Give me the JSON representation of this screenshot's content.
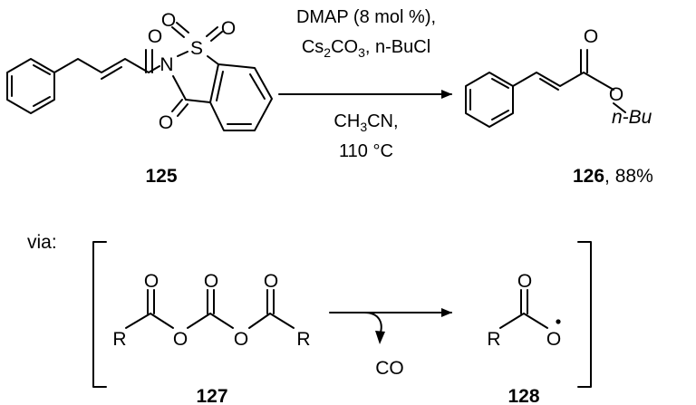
{
  "atoms": {
    "O": "O",
    "N": "N",
    "S": "S",
    "R": "R",
    "nBu": "n-Bu",
    "CO": "CO"
  },
  "conditions": {
    "line1": "DMAP (8 mol %),",
    "line2_cs": "Cs",
    "line2_sub1": "2",
    "line2_co": "CO",
    "line2_sub2": "3",
    "line2_rest": ", n-BuCl",
    "line3_ch": "CH",
    "line3_sub": "3",
    "line3_rest": "CN,",
    "line4": "110 °C"
  },
  "labels": {
    "via": "via:",
    "c125": "125",
    "c126": "126",
    "yield": ", 88%",
    "c127": "127",
    "c128": "128"
  }
}
